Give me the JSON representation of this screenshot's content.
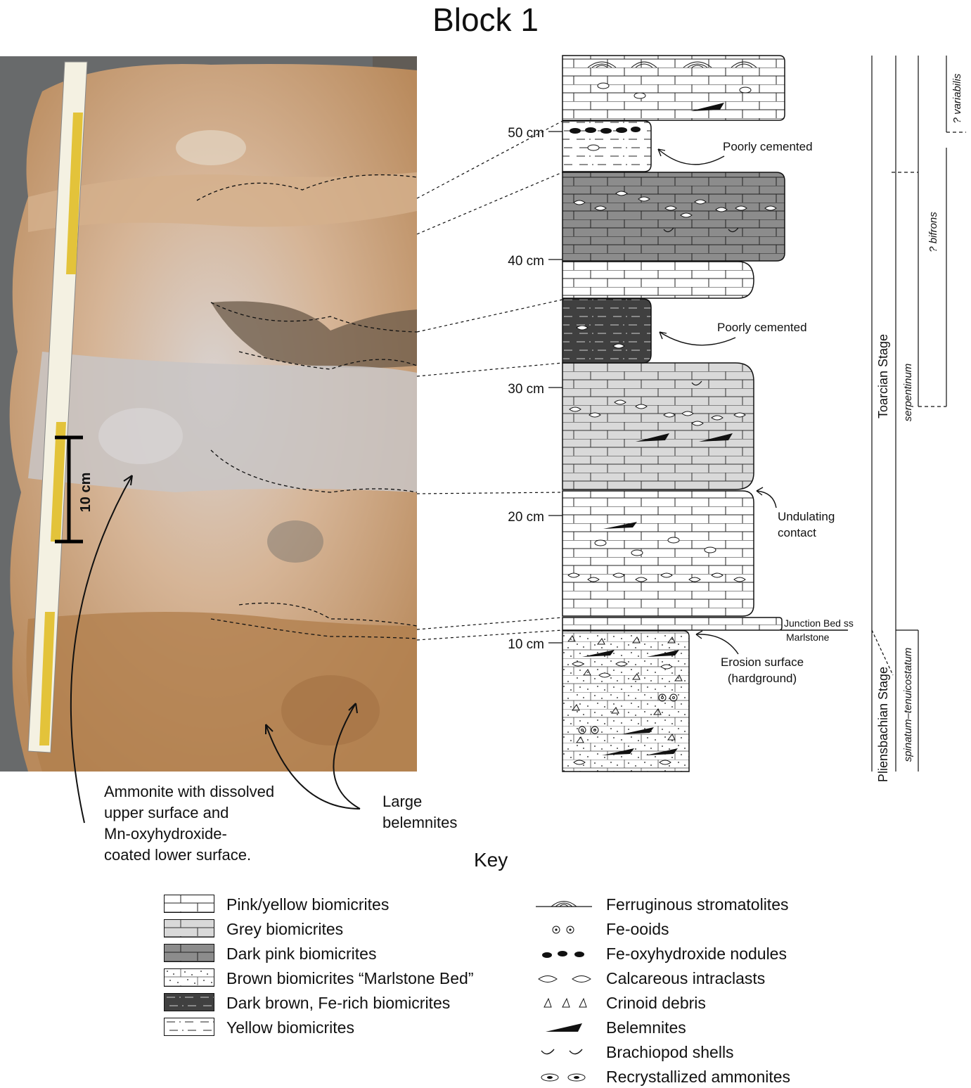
{
  "title": "Block 1",
  "scale_bar_label": "10 cm",
  "depth_ticks": [
    {
      "label": "50 cm",
      "cm": 50
    },
    {
      "label": "40 cm",
      "cm": 40
    },
    {
      "label": "30 cm",
      "cm": 30
    },
    {
      "label": "20 cm",
      "cm": 20
    },
    {
      "label": "10 cm",
      "cm": 10
    }
  ],
  "annotations": {
    "poorly_cemented_1": "Poorly cemented",
    "poorly_cemented_2": "Poorly cemented",
    "undulating_1": "Undulating",
    "undulating_2": "contact",
    "junction_bed": "Junction Bed ss",
    "marlstone": "Marlstone",
    "erosion_1": "Erosion surface",
    "erosion_2": "(hardground)",
    "ammonite_1": "Ammonite with dissolved",
    "ammonite_2": "upper surface and",
    "ammonite_3": "Mn-oxyhydroxide-",
    "ammonite_4": "coated lower surface.",
    "belemnites_1": "Large",
    "belemnites_2": "belemnites"
  },
  "stages": {
    "toarcian": "Toarcian Stage",
    "pliensbachian": "Pliensbachian Stage"
  },
  "zones": {
    "serpentinum": "serpentinum",
    "spinatum": "spinatum–tenuicostatum",
    "bifrons": "? bifrons",
    "variabilis": "? variabilis"
  },
  "colors": {
    "pink_yellow": "#ffffff",
    "grey": "#d9d9d9",
    "dark_pink": "#8c8c8c",
    "dark_brown": "#404040",
    "photo_rock": "#d8b89a"
  },
  "key": {
    "title": "Key",
    "lithology": [
      {
        "label": "Pink/yellow biomicrites",
        "pattern": "brick-white"
      },
      {
        "label": "Grey biomicrites",
        "pattern": "brick-grey"
      },
      {
        "label": "Dark pink biomicrites",
        "pattern": "brick-dark"
      },
      {
        "label": "Brown biomicrites “Marlstone Bed”",
        "pattern": "dots"
      },
      {
        "label": "Dark brown, Fe-rich biomicrites",
        "pattern": "dash-dark"
      },
      {
        "label": "Yellow biomicrites",
        "pattern": "dash-white"
      }
    ],
    "symbols": [
      {
        "label": "Ferruginous stromatolites",
        "icon": "stromatolite-icon"
      },
      {
        "label": "Fe-ooids",
        "icon": "ooid-icon"
      },
      {
        "label": "Fe-oxyhydroxide nodules",
        "icon": "nodule-icon"
      },
      {
        "label": "Calcareous intraclasts",
        "icon": "intraclast-icon"
      },
      {
        "label": "Crinoid debris",
        "icon": "crinoid-icon"
      },
      {
        "label": "Belemnites",
        "icon": "belemnite-icon"
      },
      {
        "label": "Brachiopod shells",
        "icon": "brachiopod-icon"
      },
      {
        "label": "Recrystallized ammonites",
        "icon": "ammonite-icon"
      }
    ]
  }
}
